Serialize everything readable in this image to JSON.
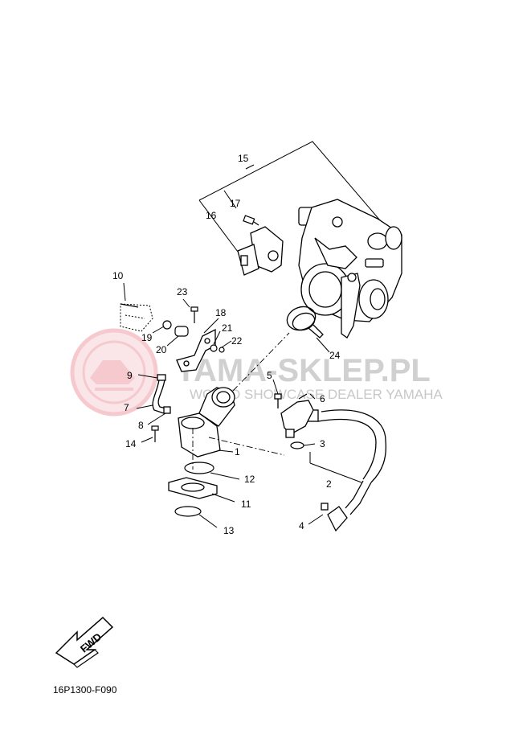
{
  "watermark": {
    "brand": "YAMA-SKLEP.PL",
    "tagline": "WORLD SHOWCASE DEALER YAMAHA"
  },
  "fwd_label": "FWD",
  "diagram_code": "16P1300-F090",
  "callouts": [
    "1",
    "2",
    "3",
    "4",
    "5",
    "6",
    "7",
    "8",
    "9",
    "10",
    "11",
    "12",
    "13",
    "14",
    "15",
    "16",
    "17",
    "18",
    "19",
    "20",
    "21",
    "22",
    "23",
    "24"
  ],
  "colors": {
    "line": "#000000",
    "watermark_logo": "#f2b9bd",
    "watermark_text": "#d0d0d0"
  }
}
